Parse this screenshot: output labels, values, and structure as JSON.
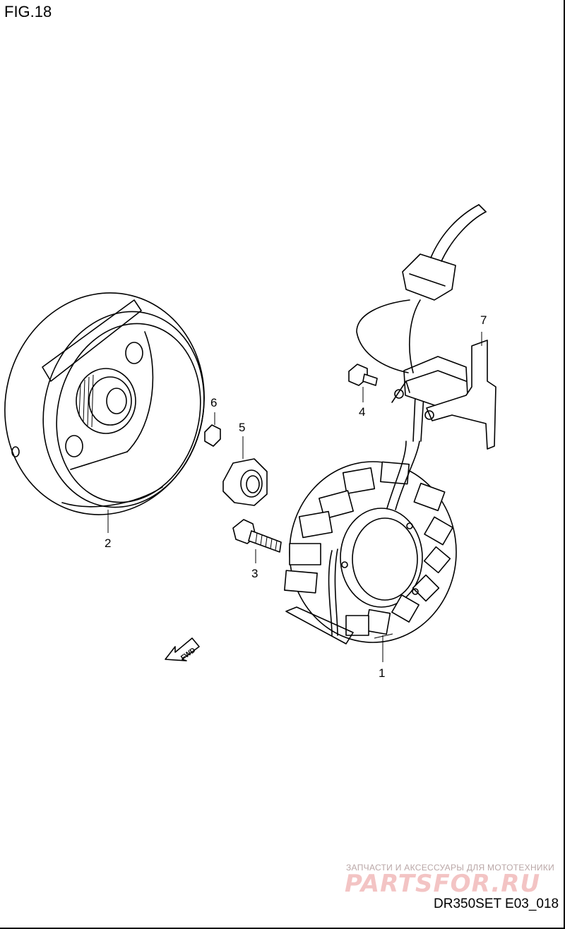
{
  "figure": {
    "title": "FIG.18",
    "code": "DR350SET E03_018"
  },
  "callouts": [
    {
      "id": "1",
      "label": "1"
    },
    {
      "id": "2",
      "label": "2"
    },
    {
      "id": "3",
      "label": "3"
    },
    {
      "id": "4",
      "label": "4"
    },
    {
      "id": "5",
      "label": "5"
    },
    {
      "id": "6",
      "label": "6"
    },
    {
      "id": "7",
      "label": "7"
    }
  ],
  "direction_arrow": {
    "label": "FWD"
  },
  "watermark": {
    "tagline": "ЗАПЧАСТИ И АКСЕССУАРЫ ДЛЯ МОТОТЕХНИКИ",
    "logo_text": "PARTSFOR.RU"
  }
}
